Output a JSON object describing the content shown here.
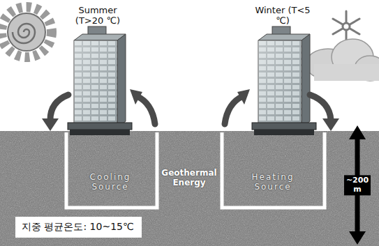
{
  "diagram": {
    "nodes": [
      {
        "text": [
          "지중 평균온도: 10~15℃"
        ]
      }
    ],
    "labels": [
      "Summer (T>20 ℃)",
      "Winter (T<5 ℃)",
      "Cooling Source",
      "Geothermal Energy",
      "Heating Source",
      "~200 m"
    ]
  }
}
